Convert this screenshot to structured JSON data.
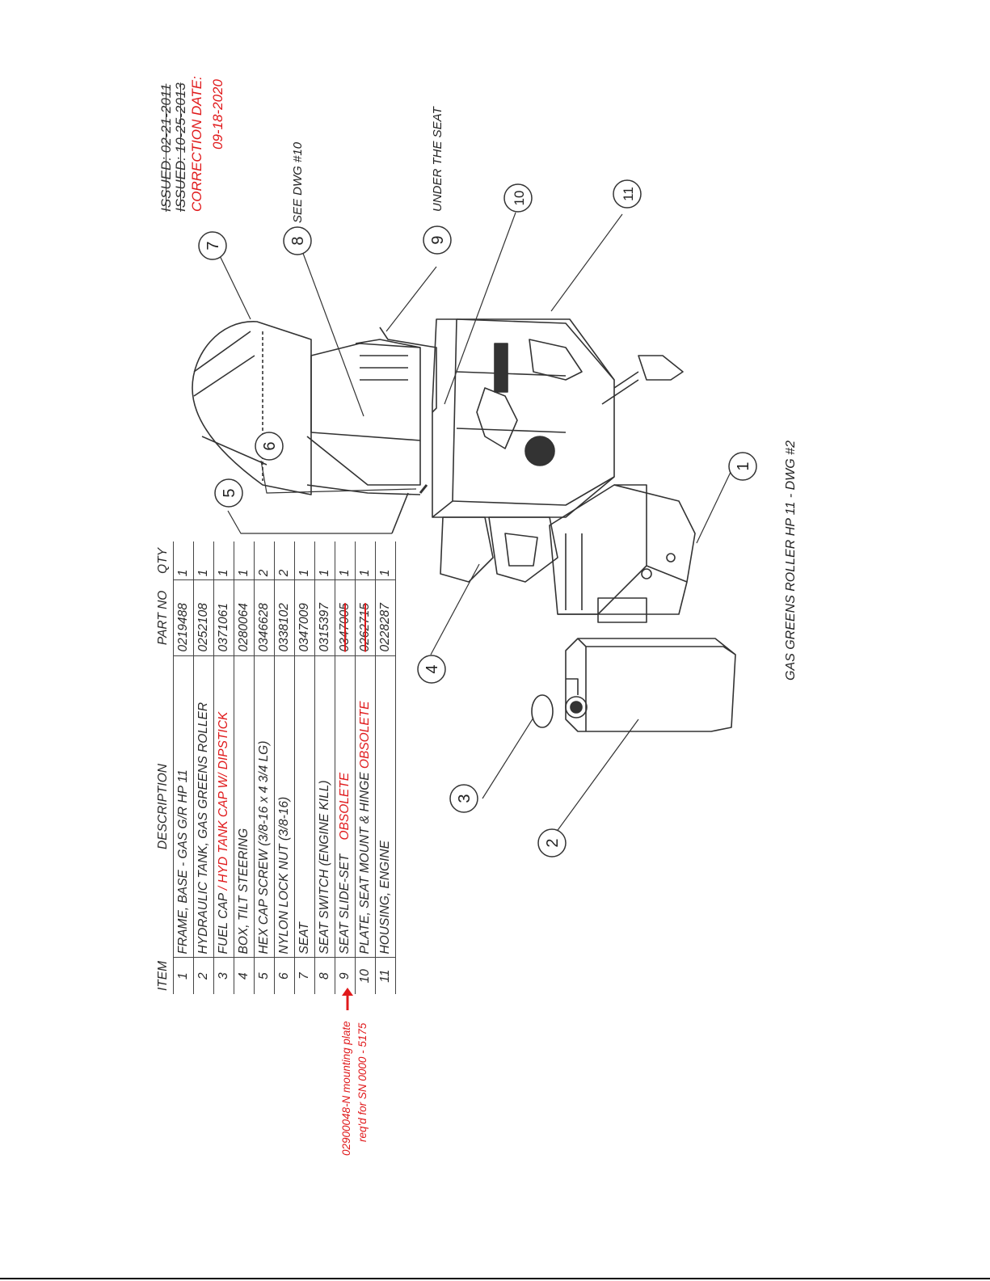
{
  "issue": {
    "line1": "ISSUED: 02-21-2011",
    "line2": "ISSUED: 10-25-2013",
    "line3": "CORRECTION DATE:",
    "line4": "09-18-2020"
  },
  "table": {
    "headers": {
      "item": "ITEM",
      "description": "DESCRIPTION",
      "part_no": "PART NO",
      "qty": "QTY"
    },
    "rows": [
      {
        "item": "1",
        "description": "FRAME, BASE - GAS G/R HP 11",
        "part_no": "0219488",
        "qty": "1"
      },
      {
        "item": "2",
        "description": "HYDRAULIC TANK, GAS GREENS ROLLER",
        "part_no": "0252108",
        "qty": "1"
      },
      {
        "item": "3",
        "description": "FUEL CAP",
        "description_red": " / HYD TANK CAP W/ DIPSTICK",
        "part_no": "0371061",
        "qty": "1"
      },
      {
        "item": "4",
        "description": "BOX, TILT STEERING",
        "part_no": "0280064",
        "qty": "1"
      },
      {
        "item": "5",
        "description": "HEX CAP SCREW (3/8-16 x 4 3/4 LG)",
        "part_no": "0346628",
        "qty": "2"
      },
      {
        "item": "6",
        "description": "NYLON LOCK NUT (3/8-16)",
        "part_no": "0338102",
        "qty": "2"
      },
      {
        "item": "7",
        "description": "SEAT",
        "part_no": "0347009",
        "qty": "1"
      },
      {
        "item": "8",
        "description": "SEAT SWITCH (ENGINE KILL)",
        "part_no": "0315397",
        "qty": "1"
      },
      {
        "item": "9",
        "description": "SEAT SLIDE-SET",
        "description_red": "OBSOLETE",
        "part_no": "0347005",
        "qty": "1",
        "part_struck": true
      },
      {
        "item": "10",
        "description": "PLATE, SEAT MOUNT & HINGE",
        "description_red": "OBSOLETE",
        "part_no": "0262715",
        "qty": "1",
        "part_struck": true
      },
      {
        "item": "11",
        "description": "HOUSING, ENGINE",
        "part_no": "0228287",
        "qty": "1"
      }
    ]
  },
  "note": {
    "line1": "02900048-N mounting plate",
    "line2": "req'd for SN 0000 - 5175"
  },
  "callouts": {
    "see_dwg": "SEE DWG #10",
    "under_seat": "UNDER THE SEAT"
  },
  "balloons": [
    "1",
    "2",
    "3",
    "4",
    "5",
    "6",
    "7",
    "8",
    "9",
    "10",
    "11"
  ],
  "caption": "GAS GREENS ROLLER HP 11 - DWG #2",
  "colors": {
    "accent_red": "#e0191b",
    "line": "#222222"
  }
}
